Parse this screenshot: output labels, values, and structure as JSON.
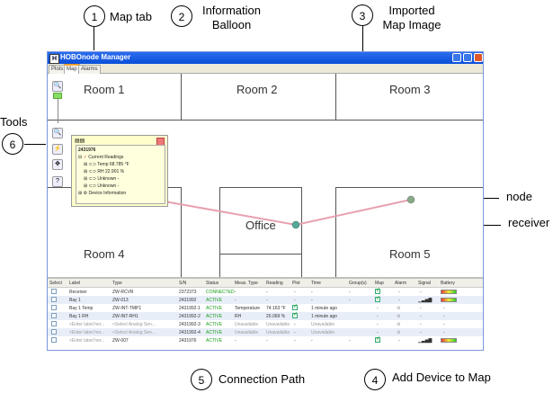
{
  "callouts": [
    {
      "num": "1",
      "label": "Map tab"
    },
    {
      "num": "2",
      "label": "Information Balloon"
    },
    {
      "num": "3",
      "label": "Imported Map Image"
    },
    {
      "num": "4",
      "label": "Add Device to Map"
    },
    {
      "num": "5",
      "label": "Connection Path"
    },
    {
      "num": "6",
      "label": "Tools"
    }
  ],
  "side_labels": {
    "node": "node",
    "receiver": "receiver"
  },
  "window": {
    "title": "HOBOnode Manager",
    "icon_letter": "H",
    "tabs": [
      "Plots",
      "Map",
      "Alarms"
    ],
    "active_tab": "Map"
  },
  "map": {
    "rooms": [
      "Room 1",
      "Room 2",
      "Room 3",
      "Room 4",
      "Office",
      "Room 5"
    ],
    "colors": {
      "connection_path": "#e8a0b0",
      "balloon_bg": "#ffffcc"
    }
  },
  "tools": [
    "zoom-in",
    "zoom-slider",
    "zoom-out",
    "tool-a",
    "tool-b",
    "help"
  ],
  "balloon": {
    "serial": "2431976",
    "tree": [
      {
        "label": "Current Readings",
        "level": 0
      },
      {
        "label": "Temp 68.785 °F",
        "level": 1
      },
      {
        "label": "RH 22.901 %",
        "level": 1
      },
      {
        "label": "Unknown -",
        "level": 1
      },
      {
        "label": "Unknown -",
        "level": 1
      },
      {
        "label": "Device Information",
        "level": 0
      }
    ]
  },
  "table": {
    "columns": [
      "Select",
      "Label",
      "Type",
      "S/N",
      "Status",
      "Meas. Type",
      "Reading",
      "Plot",
      "Time",
      "Group(s)",
      "Map",
      "Alarm",
      "Signal",
      "Battery"
    ],
    "rows": [
      {
        "label": "Receiver",
        "type": "ZW-RCVR",
        "sn": "2372373",
        "status": "CONNECTED",
        "meas": "-",
        "reading": "-",
        "plot": "-",
        "time": "-",
        "groups": "-",
        "map": true,
        "alarm": "-",
        "signal": "-",
        "battery": true
      },
      {
        "label": "Bay 1",
        "type": "ZW-013",
        "sn": "2431992",
        "status": "ACTIVE",
        "meas": "-",
        "reading": "-",
        "plot": "-",
        "time": "-",
        "groups": "-",
        "map": true,
        "alarm": "-",
        "signal": "bars",
        "battery": true
      },
      {
        "label": "Bay 1 Temp",
        "type": "ZW-INT-TMP1",
        "sn": "2431992-1",
        "status": "ACTIVE",
        "meas": "Temperature",
        "reading": "74.163 °F",
        "plot": true,
        "time": "1 minute ago",
        "groups": "",
        "map": "-",
        "alarm": "icon",
        "signal": "-",
        "battery": "-"
      },
      {
        "label": "Bay 1 RH",
        "type": "ZW-INT-RH1",
        "sn": "2431992-2",
        "status": "ACTIVE",
        "meas": "RH",
        "reading": "20.069 %",
        "plot": true,
        "time": "1 minute ago",
        "groups": "",
        "map": "-",
        "alarm": "icon",
        "signal": "-",
        "battery": "-"
      },
      {
        "label": "<Enter label her...",
        "type": "<Select Analog Sen...",
        "sn": "2431992-3",
        "status": "ACTIVE",
        "meas": "Unavailable",
        "reading": "Unavailable",
        "plot": "-",
        "time": "Unavailable",
        "groups": "",
        "map": "-",
        "alarm": "icon",
        "signal": "-",
        "battery": "-"
      },
      {
        "label": "<Enter label her...",
        "type": "<Select Analog Sen...",
        "sn": "2431992-4",
        "status": "ACTIVE",
        "meas": "Unavailable",
        "reading": "Unavailable",
        "plot": "-",
        "time": "Unavailable",
        "groups": "",
        "map": "-",
        "alarm": "icon",
        "signal": "-",
        "battery": "-"
      },
      {
        "label": "<Enter label her...",
        "type": "ZW-007",
        "sn": "2431976",
        "status": "ACTIVE",
        "meas": "-",
        "reading": "-",
        "plot": "-",
        "time": "-",
        "groups": "-",
        "map": true,
        "alarm": "-",
        "signal": "bars",
        "battery": true
      }
    ]
  }
}
